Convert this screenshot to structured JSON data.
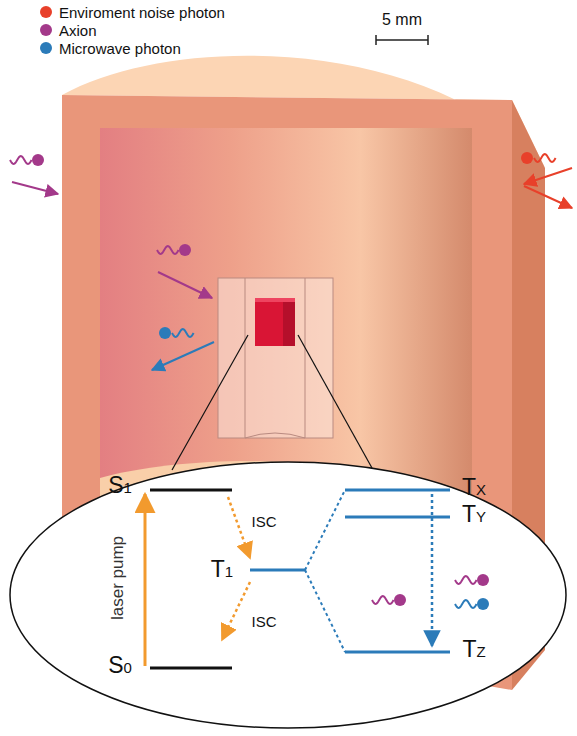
{
  "diagram": {
    "labels": [
      "5 mm",
      "S1",
      "ISC",
      "T1",
      "ISC",
      "laser pump",
      "S0",
      "TX",
      "TY",
      "TZ"
    ],
    "legend": [
      {
        "text": "Enviroment noise photon",
        "color": "#e8402a"
      },
      {
        "text": "Axion",
        "color": "#a3398a"
      },
      {
        "text": "Microwave photon",
        "color": "#2b7bb9"
      }
    ]
  }
}
